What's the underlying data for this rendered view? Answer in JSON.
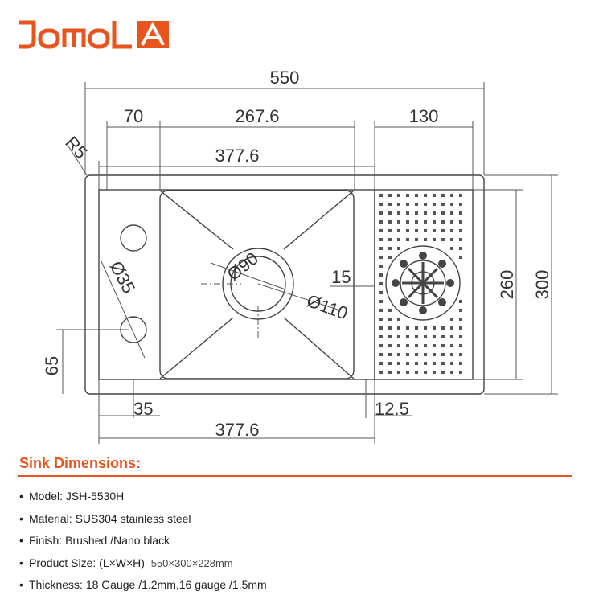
{
  "brand": {
    "logo_text": "JomolA"
  },
  "drawing": {
    "dims": {
      "overall_width": "550",
      "left_panel": "70",
      "bowl_width": "267.6",
      "right_panel": "130",
      "bowl_total": "377.6",
      "corner_radius": "R5",
      "drain_dia": "Ø90",
      "drain_outer_dia": "Ø110",
      "drain_offset": "15",
      "hole_dia": "Ø35",
      "hole_spacing": "65",
      "hole_edge": "35",
      "right_edge": "12.5",
      "bottom_total": "377.6",
      "inner_height": "260",
      "overall_height": "300"
    }
  },
  "section": {
    "title": "Sink Dimensions:"
  },
  "specs": [
    {
      "label": "Model:",
      "value": "JSH-5530H"
    },
    {
      "label": "Material:",
      "value": "SUS304 stainless steel"
    },
    {
      "label": "Finish:",
      "value": "Brushed /Nano black"
    },
    {
      "label": "Product Size: (L×W×H)",
      "value": "550×300×228mm"
    },
    {
      "label": "Thickness:",
      "value": "18 Gauge /1.2mm,16 gauge /1.5mm"
    }
  ],
  "colors": {
    "accent": "#e8541e",
    "line": "#444444"
  }
}
